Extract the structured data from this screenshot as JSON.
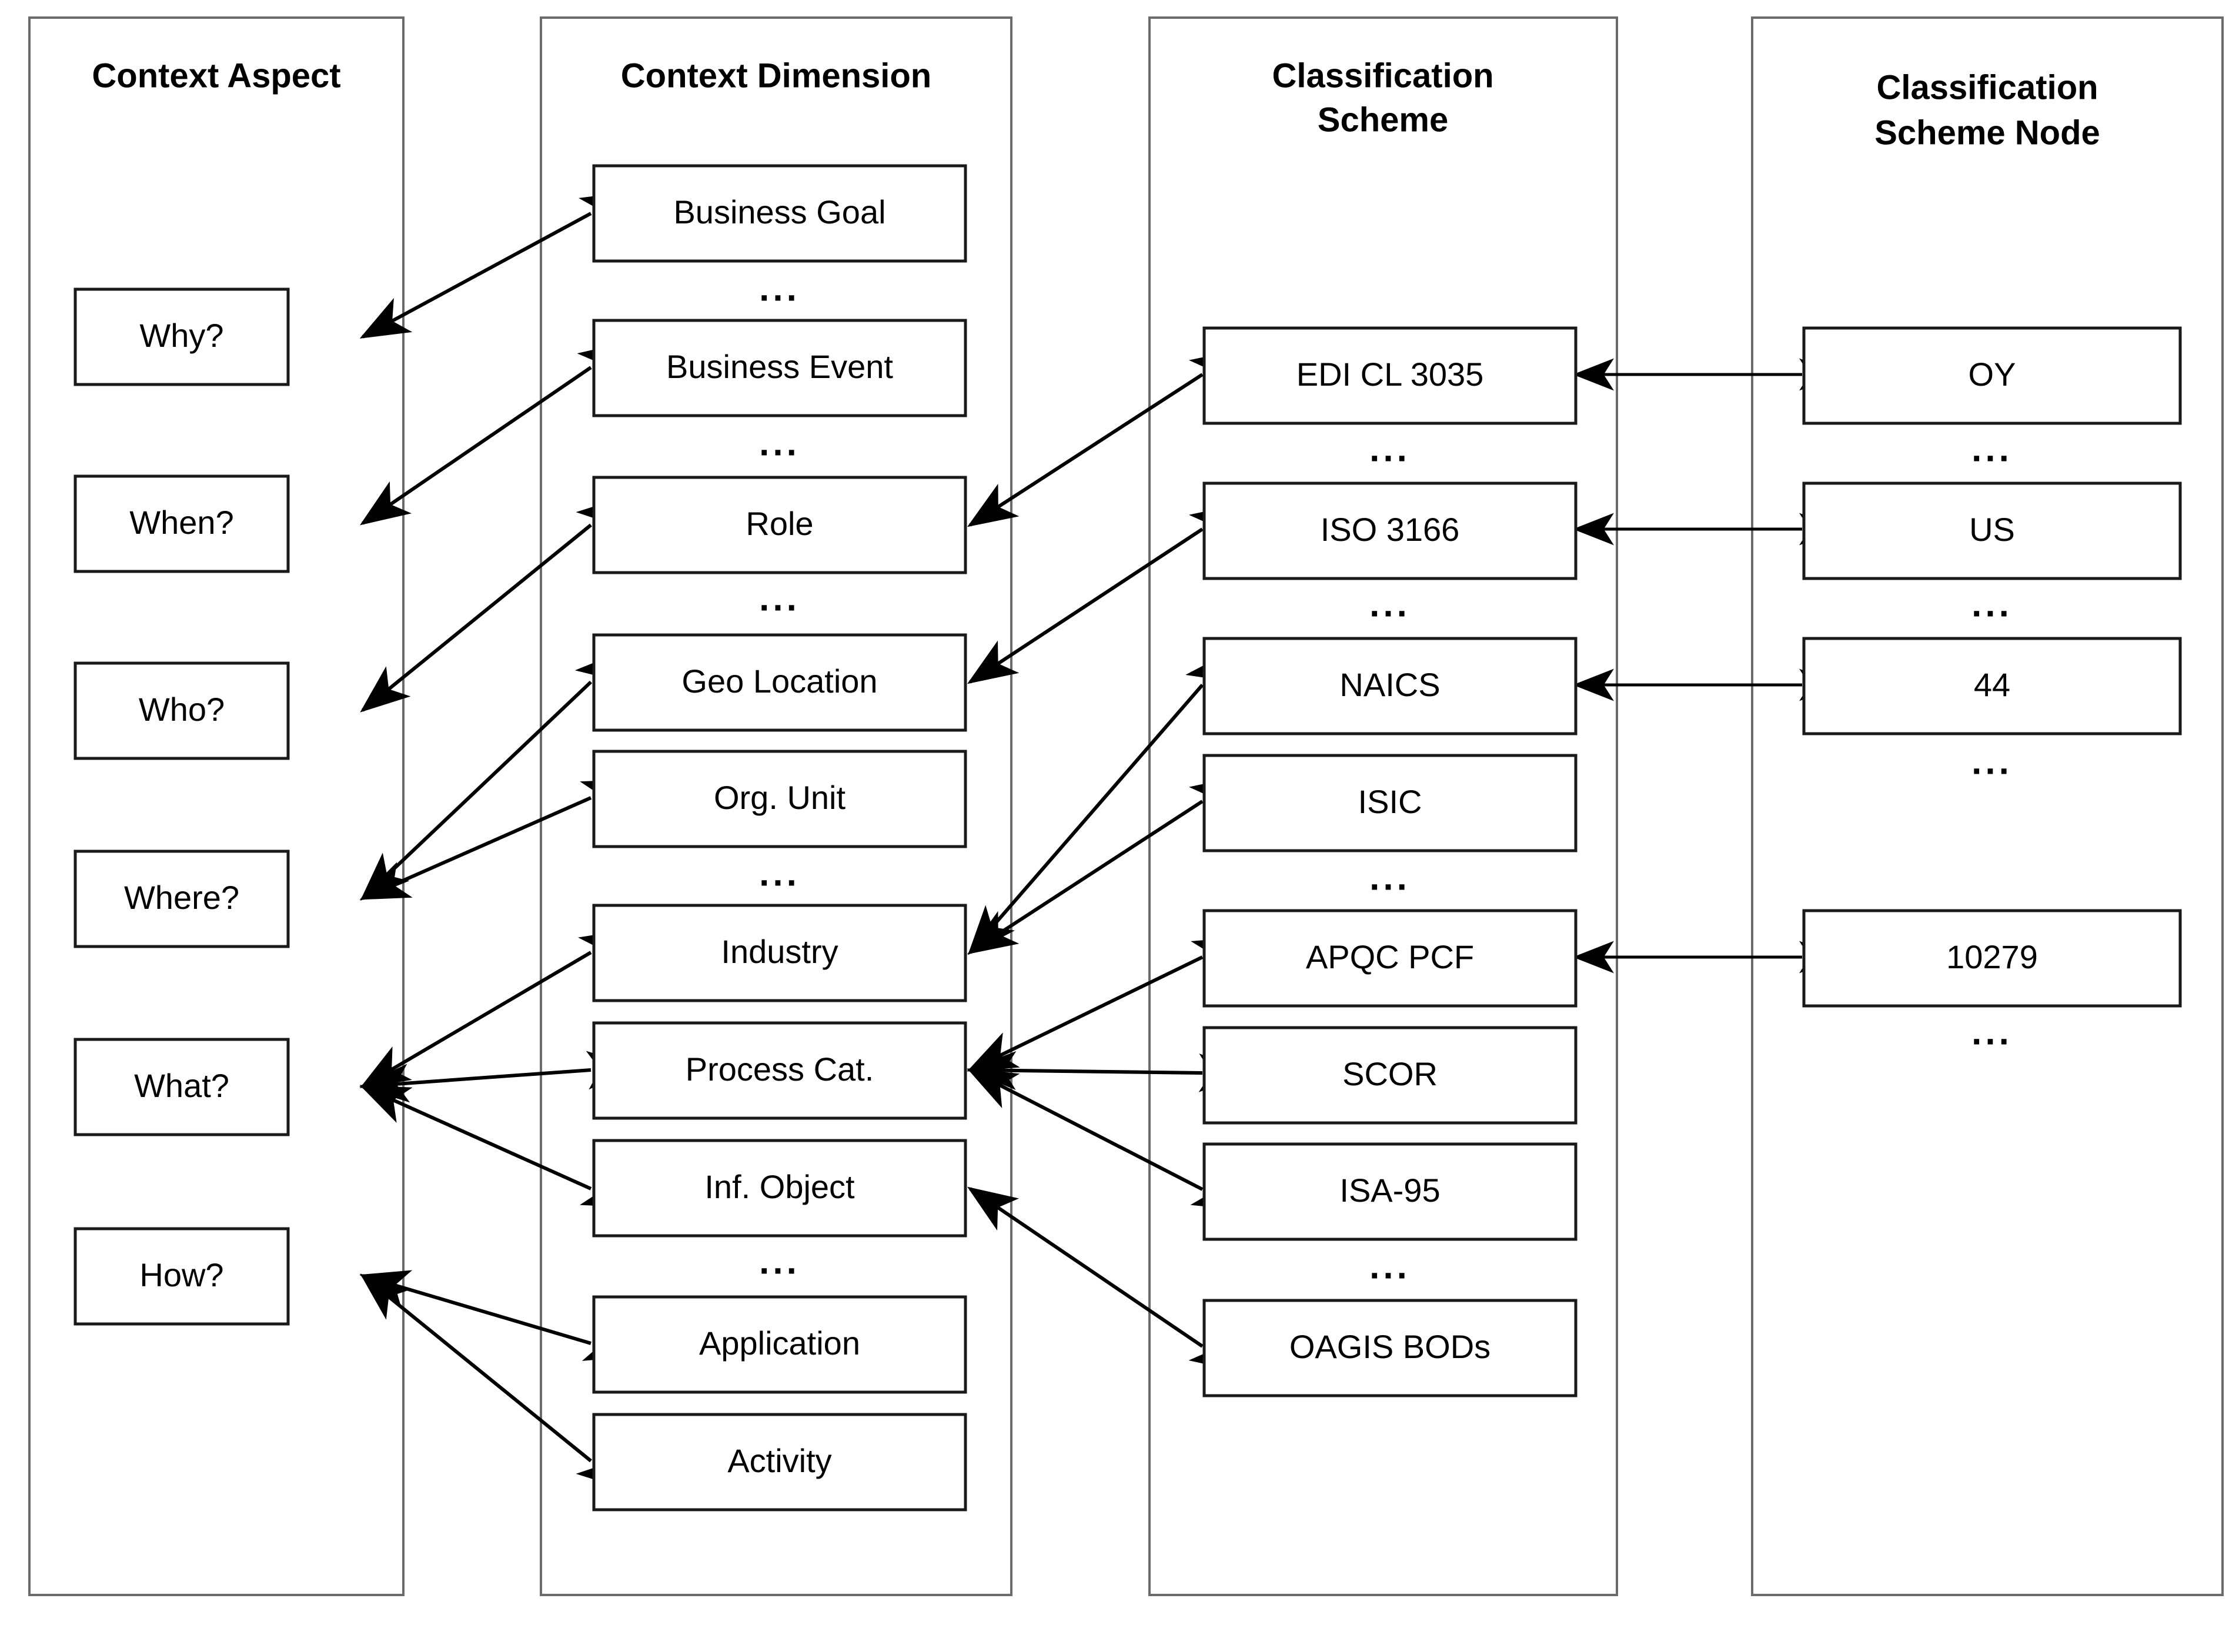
{
  "diagram": {
    "title": "Context Aspect / Context Dimension / Classification Scheme / Classification Scheme Node mapping",
    "ellipsis_glyph": "...",
    "columns": [
      {
        "id": "context-aspect",
        "title": "Context Aspect",
        "title_lines": [
          "Context Aspect"
        ],
        "nodes": [
          {
            "id": "why",
            "label": "Why?"
          },
          {
            "id": "when",
            "label": "When?"
          },
          {
            "id": "who",
            "label": "Who?"
          },
          {
            "id": "where",
            "label": "Where?"
          },
          {
            "id": "what",
            "label": "What?"
          },
          {
            "id": "how",
            "label": "How?"
          }
        ]
      },
      {
        "id": "context-dimension",
        "title": "Context Dimension",
        "title_lines": [
          "Context Dimension"
        ],
        "nodes": [
          {
            "id": "business-goal",
            "label": "Business Goal"
          },
          {
            "id": "business-event",
            "label": "Business Event"
          },
          {
            "id": "role",
            "label": "Role"
          },
          {
            "id": "geo-location",
            "label": "Geo Location"
          },
          {
            "id": "org-unit",
            "label": "Org. Unit"
          },
          {
            "id": "industry",
            "label": "Industry"
          },
          {
            "id": "process-cat",
            "label": "Process Cat."
          },
          {
            "id": "inf-object",
            "label": "Inf. Object"
          },
          {
            "id": "application",
            "label": "Application"
          },
          {
            "id": "activity",
            "label": "Activity"
          }
        ]
      },
      {
        "id": "classification-scheme",
        "title": "Classification Scheme",
        "title_lines": [
          "Classification",
          "Scheme"
        ],
        "nodes": [
          {
            "id": "edi-cl-3035",
            "label": "EDI CL 3035"
          },
          {
            "id": "iso-3166",
            "label": "ISO 3166"
          },
          {
            "id": "naics",
            "label": "NAICS"
          },
          {
            "id": "isic",
            "label": "ISIC"
          },
          {
            "id": "apqc-pcf",
            "label": "APQC PCF"
          },
          {
            "id": "scor",
            "label": "SCOR"
          },
          {
            "id": "isa-95",
            "label": "ISA-95"
          },
          {
            "id": "oagis-bods",
            "label": "OAGIS BODs"
          }
        ]
      },
      {
        "id": "classification-scheme-node",
        "title": "Classification Scheme Node",
        "title_lines": [
          "Classification",
          "Scheme Node"
        ],
        "nodes": [
          {
            "id": "oy",
            "label": "OY"
          },
          {
            "id": "us",
            "label": "US"
          },
          {
            "id": "44",
            "label": "44"
          },
          {
            "id": "10279",
            "label": "10279"
          }
        ]
      }
    ],
    "connections": [
      {
        "from": "business-goal",
        "to": "why",
        "arrows": "both"
      },
      {
        "from": "business-event",
        "to": "when",
        "arrows": "both"
      },
      {
        "from": "role",
        "to": "who",
        "arrows": "both"
      },
      {
        "from": "geo-location",
        "to": "where",
        "arrows": "both"
      },
      {
        "from": "org-unit",
        "to": "where",
        "arrows": "both"
      },
      {
        "from": "industry",
        "to": "what",
        "arrows": "both"
      },
      {
        "from": "process-cat",
        "to": "what",
        "arrows": "both"
      },
      {
        "from": "inf-object",
        "to": "what",
        "arrows": "both"
      },
      {
        "from": "application",
        "to": "how",
        "arrows": "both"
      },
      {
        "from": "activity",
        "to": "how",
        "arrows": "both"
      },
      {
        "from": "edi-cl-3035",
        "to": "role",
        "arrows": "both"
      },
      {
        "from": "iso-3166",
        "to": "geo-location",
        "arrows": "both"
      },
      {
        "from": "naics",
        "to": "industry",
        "arrows": "both"
      },
      {
        "from": "isic",
        "to": "industry",
        "arrows": "both"
      },
      {
        "from": "apqc-pcf",
        "to": "process-cat",
        "arrows": "both"
      },
      {
        "from": "scor",
        "to": "process-cat",
        "arrows": "both"
      },
      {
        "from": "isa-95",
        "to": "process-cat",
        "arrows": "both"
      },
      {
        "from": "oagis-bods",
        "to": "inf-object",
        "arrows": "both"
      },
      {
        "from": "oy",
        "to": "edi-cl-3035",
        "arrows": "both"
      },
      {
        "from": "us",
        "to": "iso-3166",
        "arrows": "both"
      },
      {
        "from": "44",
        "to": "naics",
        "arrows": "both"
      },
      {
        "from": "10279",
        "to": "apqc-pcf",
        "arrows": "both"
      }
    ],
    "colors": {
      "background": "#ffffff",
      "frame_stroke": "#6b6b6b",
      "box_stroke": "#1a1a1a",
      "text": "#000000",
      "connector": "#000000"
    }
  }
}
